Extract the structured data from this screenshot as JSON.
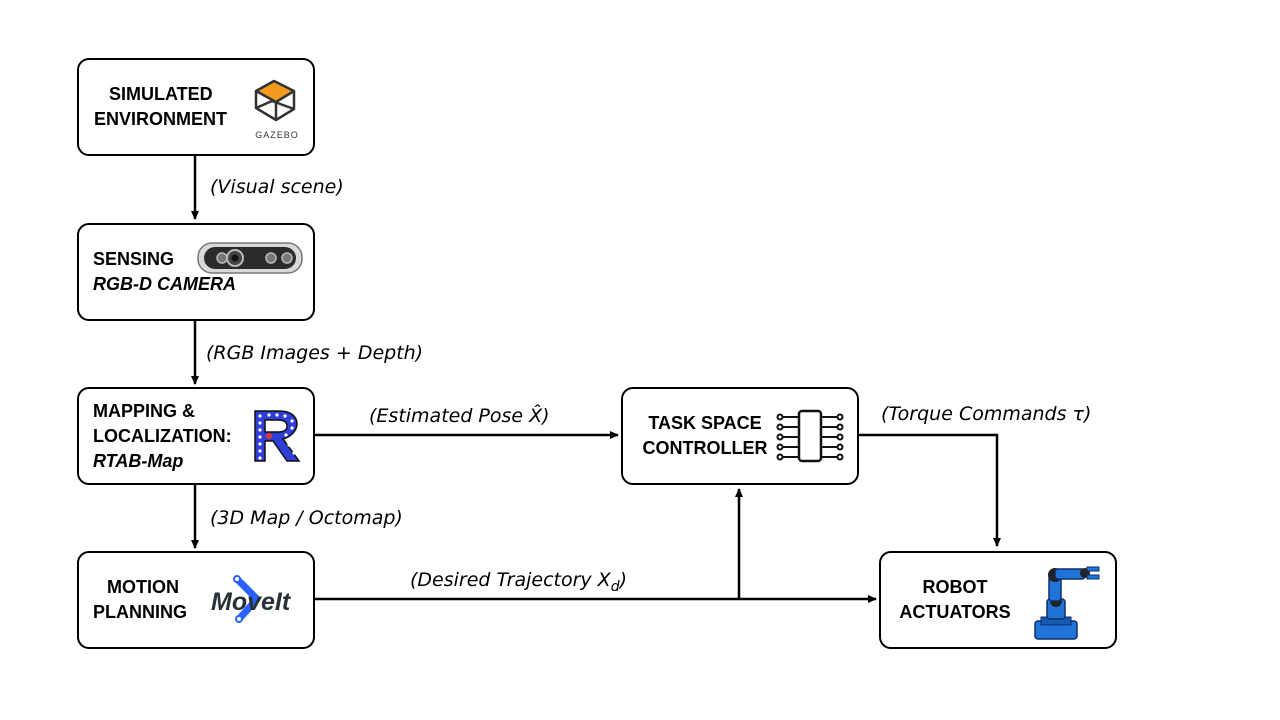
{
  "colors": {
    "stroke": "#000000",
    "gazebo_orange": "#f39a1e",
    "moveit_blue": "#2962ff",
    "rtab_blue": "#2f3fd6",
    "robot_blue": "#1f73d9"
  },
  "nodes": {
    "simulated": {
      "line1": "SIMULATED",
      "line2": "ENVIRONMENT",
      "logo_text": "GAZEBO",
      "icon": "gazebo-logo"
    },
    "sensing": {
      "line1": "SENSING",
      "line2": "RGB-D CAMERA",
      "icon": "rgbd-camera"
    },
    "mapping": {
      "line1": "MAPPING &",
      "line2": "LOCALIZATION:",
      "line3": "RTAB-Map",
      "icon": "rtab-map-logo"
    },
    "motion": {
      "line1": "MOTION",
      "line2": "PLANNING",
      "logo_text": "MoveIt",
      "icon": "moveit-logo"
    },
    "controller": {
      "line1": "TASK SPACE",
      "line2": "CONTROLLER",
      "icon": "chip-icon"
    },
    "actuators": {
      "line1": "ROBOT",
      "line2": "ACTUATORS",
      "icon": "robot-arm"
    }
  },
  "edges": {
    "visual_scene": "(Visual scene)",
    "rgb_depth": "(RGB Images + Depth)",
    "estimated_pose": "(Estimated Pose X̂)",
    "map_octomap": "(3D Map / Octomap)",
    "torque": "(Torque Commands τ)",
    "desired_traj_prefix": "(Desired Trajectory X",
    "desired_traj_sub": "d",
    "desired_traj_suffix": ")"
  }
}
